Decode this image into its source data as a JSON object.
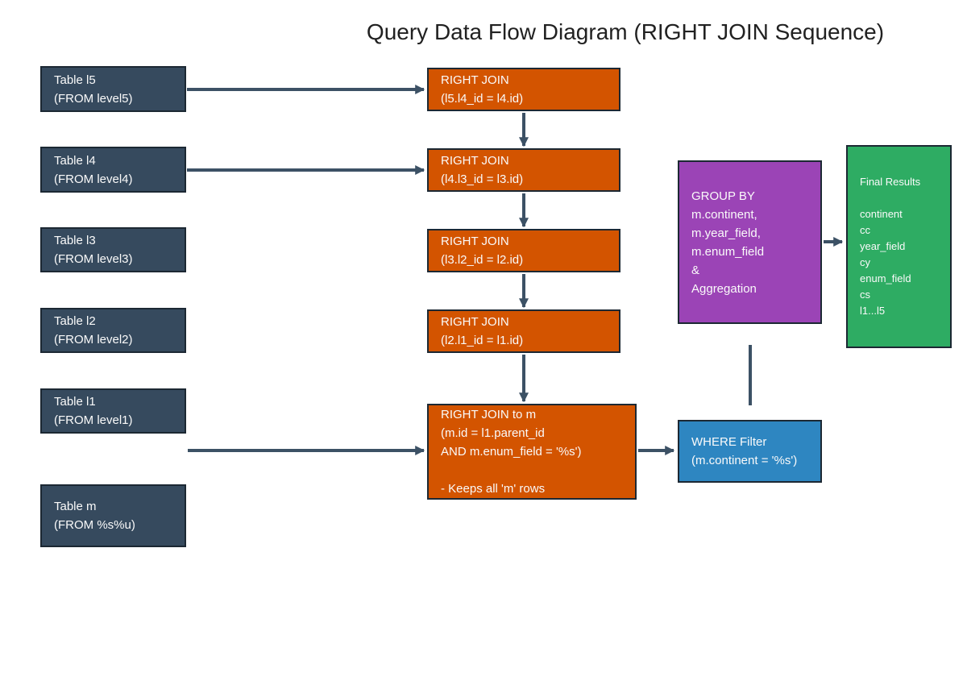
{
  "title": "Query Data Flow Diagram (RIGHT JOIN Sequence)",
  "colors": {
    "table_node_fill": "#364A5E",
    "join_node_fill": "#D35400",
    "where_node_fill": "#2E86C1",
    "group_node_fill": "#9B44B6",
    "result_node_fill": "#2EAC63",
    "node_border": "#1C2833",
    "arrow": "#3C5165",
    "node_text": "#FAFAFA",
    "title_text": "#212121",
    "background": "#FFFFFF"
  },
  "nodes": {
    "table_l5": {
      "text": "Table l5\n(FROM level5)"
    },
    "table_l4": {
      "text": "Table l4\n(FROM level4)"
    },
    "table_l3": {
      "text": "Table l3\n(FROM level3)"
    },
    "table_l2": {
      "text": "Table l2\n(FROM level2)"
    },
    "table_l1": {
      "text": "Table l1\n(FROM level1)"
    },
    "table_m": {
      "text": "Table m\n(FROM %s%u)"
    },
    "join1": {
      "text": "RIGHT JOIN\n(l5.l4_id = l4.id)"
    },
    "join2": {
      "text": "RIGHT JOIN\n(l4.l3_id = l3.id)"
    },
    "join3": {
      "text": "RIGHT JOIN\n(l3.l2_id = l2.id)"
    },
    "join4": {
      "text": "RIGHT JOIN\n(l2.l1_id = l1.id)"
    },
    "join_m": {
      "text": "RIGHT JOIN to m\n(m.id = l1.parent_id\nAND m.enum_field = '%s')\n\n- Keeps all 'm' rows"
    },
    "where_filter": {
      "text": "WHERE Filter\n(m.continent = '%s')"
    },
    "group_by": {
      "text": "GROUP BY\nm.continent,\nm.year_field,\nm.enum_field\n&\nAggregation"
    },
    "final_results": {
      "text": "Final Results\n\ncontinent\ncc\nyear_field\ncy\nenum_field\ncs\nl1...l5"
    }
  }
}
